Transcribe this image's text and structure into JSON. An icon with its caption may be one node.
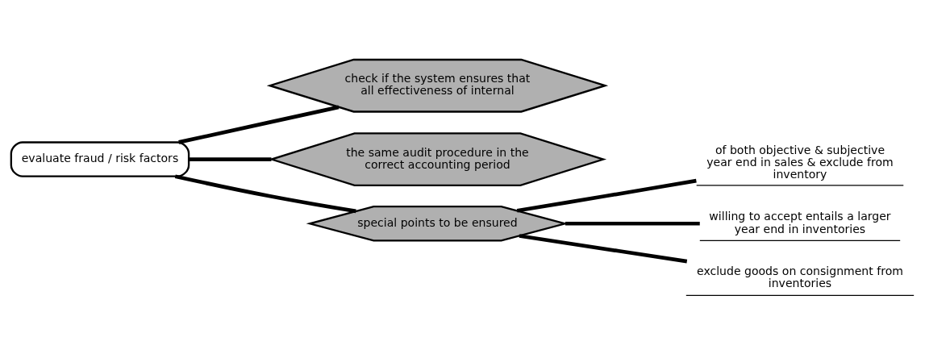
{
  "diagram": {
    "nodes": [
      {
        "text": [
          "evaluate fraud / risk factors"
        ]
      },
      {
        "text": [
          "check if the system ensures that all effectiveness of internal"
        ]
      },
      {
        "text": [
          "the same audit procedure in the correct accounting period"
        ]
      },
      {
        "text": [
          "special points to be ensured"
        ]
      },
      {
        "text": [
          "of both objective & subjective year end in sales & exclude from inventory"
        ]
      },
      {
        "text": [
          "willing to accept entails a larger year end in inventories"
        ]
      },
      {
        "text": [
          "exclude goods on consignment from inventories"
        ]
      }
    ],
    "edges": [
      {
        "from": 0,
        "to": 1,
        "arrow": "none"
      },
      {
        "from": 0,
        "to": 2,
        "arrow": "none"
      },
      {
        "from": 0,
        "to": 3,
        "arrow": "none"
      },
      {
        "from": 3,
        "to": 4,
        "arrow": "none"
      },
      {
        "from": 3,
        "to": 5,
        "arrow": "none"
      },
      {
        "from": 3,
        "to": 6,
        "arrow": "none"
      }
    ]
  }
}
